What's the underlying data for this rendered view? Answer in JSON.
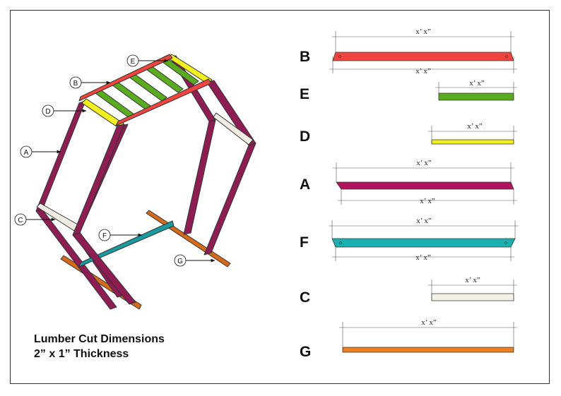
{
  "caption": {
    "title": "Lumber Cut Dimensions",
    "subtitle": "2” x 1” Thickness"
  },
  "callouts": [
    {
      "id": "E",
      "label": "E"
    },
    {
      "id": "B",
      "label": "B"
    },
    {
      "id": "D",
      "label": "D"
    },
    {
      "id": "A",
      "label": "A"
    },
    {
      "id": "C",
      "label": "C"
    },
    {
      "id": "F",
      "label": "F"
    },
    {
      "id": "G",
      "label": "G"
    }
  ],
  "pieces": [
    {
      "id": "B",
      "letter": "B",
      "dims": [
        "x’ x”",
        "x’ x”"
      ],
      "color": "#f0443f"
    },
    {
      "id": "E",
      "letter": "E",
      "dims": [
        "x’ x”"
      ],
      "color": "#5aab1f"
    },
    {
      "id": "D",
      "letter": "D",
      "dims": [
        "x’ x”"
      ],
      "color": "#f3f01f"
    },
    {
      "id": "A",
      "letter": "A",
      "dims": [
        "x’ x”",
        "x’ x”"
      ],
      "color": "#b0145f"
    },
    {
      "id": "F",
      "letter": "F",
      "dims": [
        "x’ x”",
        "x’ x”"
      ],
      "color": "#1ab0b0"
    },
    {
      "id": "C",
      "letter": "C",
      "dims": [
        "x’ x”"
      ],
      "color": "#f3f1e6"
    },
    {
      "id": "G",
      "letter": "G",
      "dims": [
        "x’ x”"
      ],
      "color": "#f07f1f"
    }
  ],
  "colors": {
    "frame_posts": "#8e1d54",
    "rungs": "#5aab1f",
    "top_rails": "#f0443f",
    "side_rails": "#f3f01f",
    "braces": "#f0ece2",
    "spreader": "#1a9a9e",
    "feet": "#d46a1a"
  }
}
